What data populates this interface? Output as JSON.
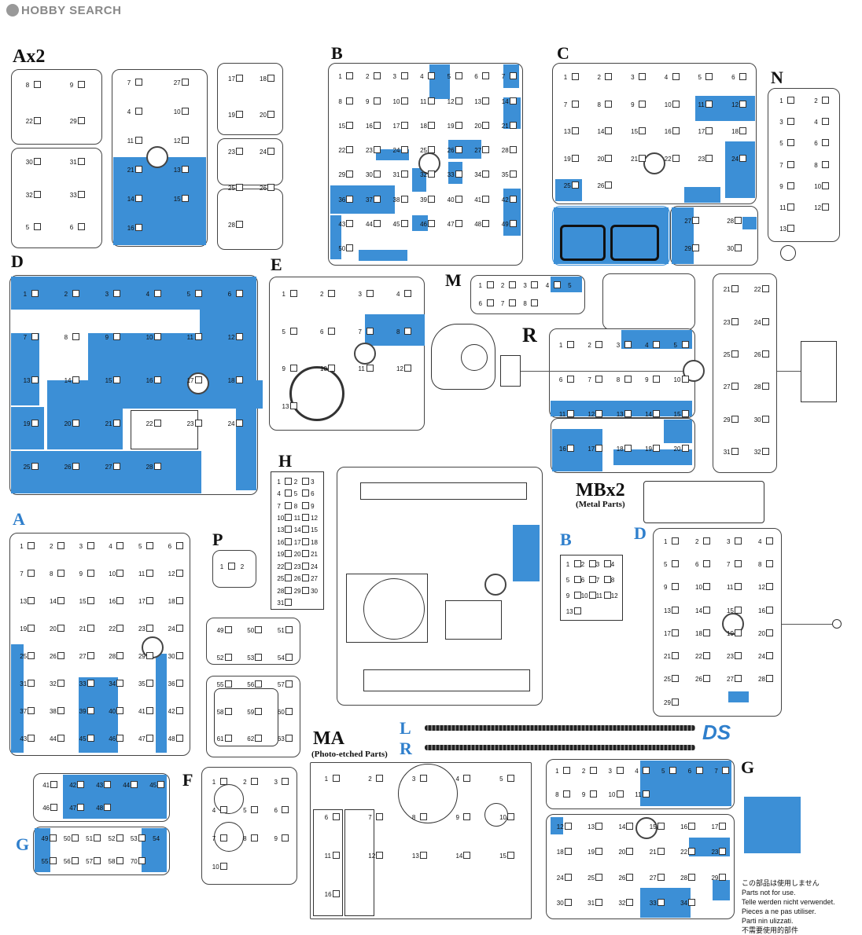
{
  "watermark": "HOBBY SEARCH",
  "brand_mark": "DS",
  "sprue_labels": {
    "A2": "Ax2",
    "B": "B",
    "C": "C",
    "N": "N",
    "D": "D",
    "E": "E",
    "M": "M",
    "R": "R",
    "H": "H",
    "MB": "MBx2",
    "MB_sub": "(Metal Parts)",
    "A": "A",
    "P": "P",
    "B2": "B",
    "D2": "D",
    "F": "F",
    "G": "G",
    "MA": "MA",
    "MA_sub": "(Photo-etched Parts)",
    "L": "L",
    "R2": "R",
    "G2": "G"
  },
  "legend": {
    "color": "#3c8fd6",
    "lines": [
      "この部品は使用しません",
      "Parts not for use.",
      "Telle werden nicht verwendet.",
      "Pieces a ne pas utiliser.",
      "Parti nin ulizzati.",
      "不需要使用的部件"
    ]
  },
  "part_numbers": {
    "Ax2": [
      "8",
      "9",
      "22",
      "29",
      "30",
      "31",
      "32",
      "33",
      "5",
      "6",
      "7",
      "27",
      "4",
      "10",
      "11",
      "12",
      "21",
      "13",
      "14",
      "15",
      "16",
      "17",
      "18",
      "19",
      "20",
      "23",
      "24",
      "25",
      "26",
      "28"
    ],
    "B": [
      "1",
      "2",
      "3",
      "4",
      "5",
      "6",
      "7",
      "8",
      "9",
      "10",
      "11",
      "12",
      "13",
      "14",
      "15",
      "16",
      "17",
      "18",
      "19",
      "20",
      "21",
      "22",
      "23",
      "24",
      "25",
      "26",
      "27",
      "28",
      "29",
      "30",
      "31",
      "32",
      "33",
      "34",
      "35",
      "36",
      "37",
      "38",
      "39",
      "40",
      "41",
      "42",
      "43",
      "44",
      "45",
      "46",
      "47",
      "48",
      "49",
      "50"
    ],
    "C": [
      "1",
      "2",
      "3",
      "4",
      "5",
      "6",
      "7",
      "8",
      "9",
      "10",
      "11",
      "12",
      "13",
      "14",
      "15",
      "16",
      "17",
      "18",
      "19",
      "20",
      "21",
      "22",
      "23",
      "24",
      "25",
      "26",
      "27",
      "28",
      "29",
      "30"
    ],
    "N": [
      "1",
      "2",
      "3",
      "4",
      "5",
      "6",
      "7",
      "8",
      "9",
      "10",
      "11",
      "12",
      "13"
    ],
    "D": [
      "1",
      "2",
      "3",
      "4",
      "5",
      "6",
      "7",
      "8",
      "9",
      "10",
      "11",
      "12",
      "13",
      "14",
      "15",
      "16",
      "17",
      "18",
      "19",
      "20",
      "21",
      "22",
      "23",
      "24",
      "25",
      "26",
      "27",
      "28"
    ],
    "E": [
      "1",
      "2",
      "3",
      "4",
      "5",
      "6",
      "7",
      "8",
      "9",
      "10",
      "11",
      "12",
      "13"
    ],
    "M": [
      "1",
      "2",
      "3",
      "4",
      "5",
      "6",
      "7",
      "8"
    ],
    "R": [
      "1",
      "2",
      "3",
      "4",
      "5",
      "6",
      "7",
      "8",
      "9",
      "10",
      "11",
      "12",
      "13",
      "14",
      "15",
      "16",
      "17",
      "18",
      "19",
      "20",
      "21",
      "22",
      "23",
      "24",
      "25",
      "26",
      "27",
      "28",
      "29",
      "30",
      "31",
      "32"
    ],
    "A": [
      "1",
      "2",
      "3",
      "4",
      "5",
      "6",
      "7",
      "8",
      "9",
      "10",
      "11",
      "12",
      "13",
      "14",
      "15",
      "16",
      "17",
      "18",
      "19",
      "20",
      "21",
      "22",
      "23",
      "24",
      "25",
      "26",
      "27",
      "28",
      "29",
      "30",
      "31",
      "32",
      "33",
      "34",
      "35",
      "36",
      "37",
      "38",
      "39",
      "40",
      "41",
      "42",
      "43",
      "44",
      "45",
      "46",
      "47",
      "48",
      "49",
      "50",
      "51",
      "52",
      "53",
      "54",
      "55",
      "56",
      "57",
      "58",
      "59",
      "60",
      "61",
      "62",
      "63"
    ],
    "P": [
      "1",
      "2"
    ],
    "H": [
      "1",
      "2",
      "3",
      "4",
      "5",
      "6",
      "7",
      "8",
      "9",
      "10",
      "11",
      "12",
      "13",
      "14",
      "15",
      "16",
      "17",
      "18",
      "19",
      "20",
      "21",
      "22",
      "23",
      "24",
      "25",
      "26",
      "27",
      "28",
      "29",
      "30",
      "31"
    ],
    "B_lower": [
      "1",
      "2",
      "3",
      "4",
      "5",
      "6",
      "7",
      "8",
      "9",
      "10",
      "11",
      "12",
      "13"
    ],
    "D_lower": [
      "1",
      "2",
      "3",
      "4",
      "5",
      "6",
      "7",
      "8",
      "9",
      "10",
      "11",
      "12",
      "13",
      "14",
      "15",
      "16",
      "17",
      "18",
      "19",
      "20",
      "21",
      "22",
      "23",
      "24",
      "25",
      "26",
      "27",
      "28",
      "29"
    ],
    "F": [
      "1",
      "2",
      "3",
      "4",
      "5",
      "6",
      "7",
      "8",
      "9",
      "10"
    ],
    "G_upper": [
      "41",
      "42",
      "43",
      "44",
      "45",
      "46",
      "47",
      "48"
    ],
    "G_lower": [
      "49",
      "50",
      "51",
      "52",
      "53",
      "54",
      "55",
      "56",
      "57",
      "58",
      "70"
    ],
    "MA": [
      "1",
      "2",
      "3",
      "4",
      "5",
      "6",
      "7",
      "8",
      "9",
      "10",
      "11",
      "12",
      "13",
      "14",
      "15",
      "16"
    ],
    "G": [
      "1",
      "2",
      "3",
      "4",
      "5",
      "6",
      "7",
      "8",
      "9",
      "10",
      "11",
      "12",
      "13",
      "14",
      "15",
      "16",
      "17",
      "18",
      "19",
      "20",
      "21",
      "22",
      "23",
      "24",
      "25",
      "26",
      "27",
      "28",
      "29",
      "30",
      "31",
      "32",
      "33",
      "34"
    ]
  }
}
